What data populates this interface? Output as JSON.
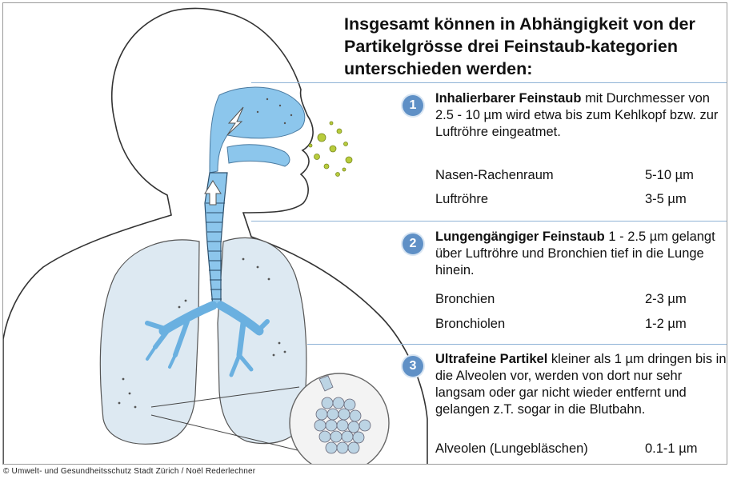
{
  "title": "Insgesamt können in Abhängigkeit von der Partikelgrösse drei Feinstaub-kategorien unterschieden werden:",
  "categories": [
    {
      "number": "1",
      "name": "Inhalierbarer Feinstaub",
      "text": "mit Durchmesser von 2.5 - 10 µm wird etwa bis zum Kehlkopf bzw. zur Luftröhre eingeatmet.",
      "rows": [
        {
          "label": "Nasen-Rachenraum",
          "value": "5-10 µm"
        },
        {
          "label": "Luftröhre",
          "value": "3-5 µm"
        }
      ]
    },
    {
      "number": "2",
      "name": "Lungengängiger Feinstaub",
      "text": "1 - 2.5 µm gelangt über Luftröhre und Bronchien tief in die Lunge hinein.",
      "rows": [
        {
          "label": "Bronchien",
          "value": "2-3 µm"
        },
        {
          "label": "Bronchiolen",
          "value": "1-2 µm"
        }
      ]
    },
    {
      "number": "3",
      "name": "Ultrafeine Partikel",
      "text": "kleiner als 1 µm dringen bis in die Alveolen vor, werden von dort nur sehr langsam oder gar nicht wieder entfernt und gelangen z.T. sogar in die Blutbahn.",
      "rows": [
        {
          "label": "Alveolen (Lungebläschen)",
          "value": "0.1-1 µm"
        }
      ]
    }
  ],
  "credit": "© Umwelt- und Gesundheitsschutz Stadt Zürich / Noël Rederlechner",
  "colors": {
    "airway": "#8cc6ec",
    "lung": "#dde9f2",
    "badge": "#5f90c6",
    "particles": "#b8cc3c"
  }
}
